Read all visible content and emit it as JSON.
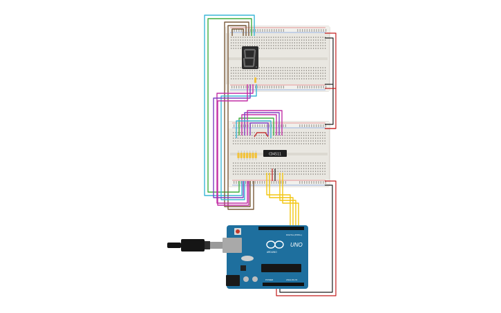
{
  "colors": {
    "background": "#ffffff",
    "breadboard": "#e9e7e1",
    "breadboard_edge": "#cfcac0",
    "hole": "#6e6a63",
    "rail_red": "#d93a3a",
    "rail_blue": "#3a6fcf",
    "arduino_board": "#1e6f9e",
    "arduino_dark": "#16587e",
    "segment_display": "#2b2b2b",
    "segment_unlit": "#6b6b6b",
    "chip": "#1f1f1f",
    "resistor": "#f2c23a",
    "wire_red": "#c21a1a",
    "wire_yellow": "#f3c611",
    "wire_green": "#3fae3f",
    "wire_magenta": "#c22fa5",
    "wire_purple": "#7e3fc0",
    "wire_cyan": "#38b6d6",
    "wire_brown": "#7a5a3a",
    "wire_black": "#1b1b1b",
    "usb_cable": "#151515"
  },
  "components": {
    "segment_display": {
      "icon": "seven-segment-digit-8"
    },
    "chip": {
      "label": "CD4511"
    },
    "arduino": {
      "logo_text": "UNO",
      "brand": "ARDUINO",
      "digital_label": "DIGITAL (PWM~)",
      "power_label": "POWER",
      "analog_label": "ANALOG IN"
    }
  }
}
